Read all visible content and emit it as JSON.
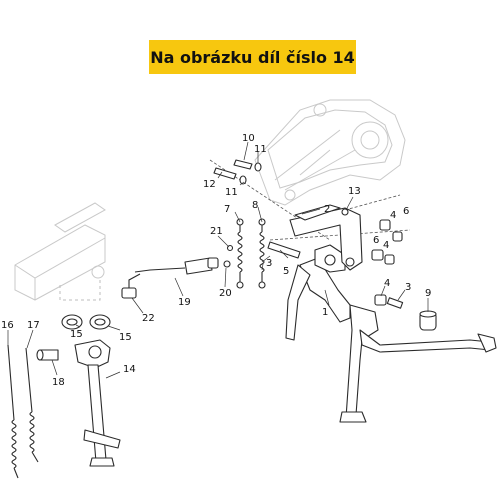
{
  "banner": {
    "text": "Na obrázku díl číslo 14",
    "background": "#f7c70f"
  },
  "callouts": [
    "1",
    "2",
    "3",
    "3",
    "4",
    "4",
    "4",
    "5",
    "6",
    "6",
    "7",
    "8",
    "9",
    "10",
    "11",
    "11",
    "12",
    "13",
    "14",
    "15",
    "15",
    "16",
    "17",
    "18",
    "19",
    "20",
    "21",
    "22"
  ]
}
